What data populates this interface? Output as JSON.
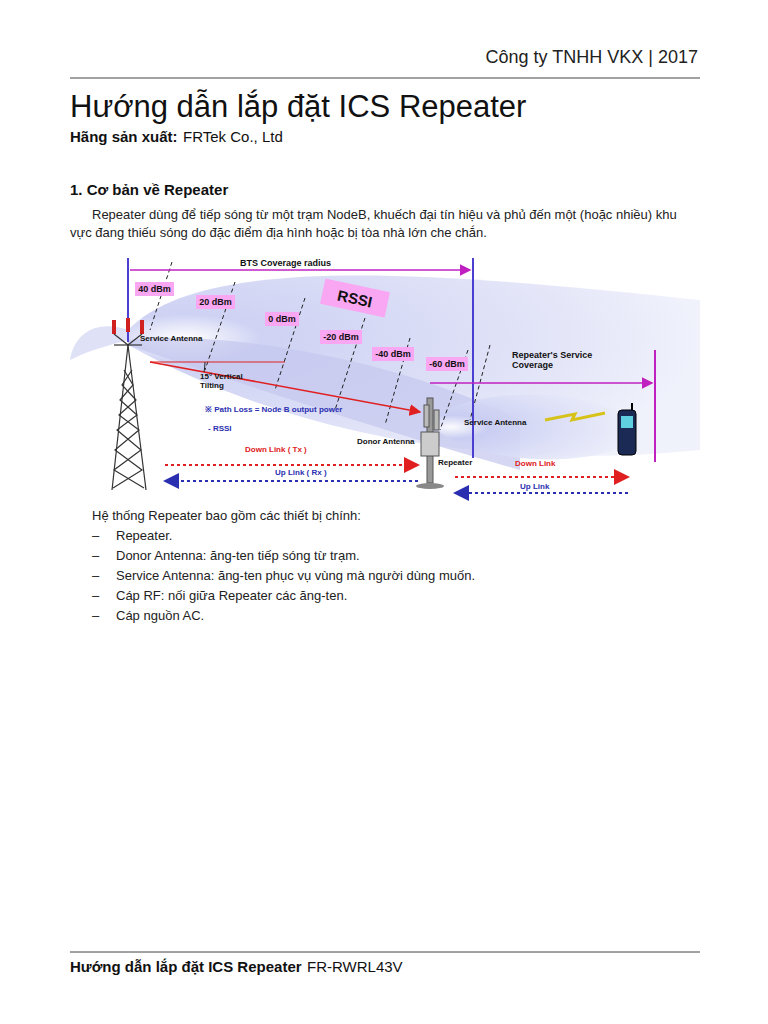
{
  "diagram": {
    "title": "Hướng dẫn lắp đặt ICS Repeater",
    "nodes": [
      {
        "text": [
          "40 dBm"
        ]
      },
      {
        "text": [
          "20 dBm"
        ]
      },
      {
        "text": [
          "0 dBm"
        ]
      },
      {
        "text": [
          "-20 dBm"
        ]
      },
      {
        "text": [
          "-40 dBm"
        ]
      },
      {
        "text": [
          "-60 dBm"
        ]
      },
      {
        "text": [
          "RSSI"
        ]
      }
    ],
    "labels": [
      "Công ty TNHH VKX | 2017",
      "Hãng sản xuất:",
      "FRTek Co., Ltd",
      "1. Cơ bản về Repeater",
      "Repeater dùng để tiếp sóng từ một trạm NodeB, khuếch đại tín hiệu và phủ đến một (hoặc nhiều) khu vực đang thiếu sóng do đặc điểm địa hình hoặc bị tòa nhà lớn che chắn.",
      "BTS Coverage radius",
      "Service Antenna",
      "15° Vertical Tilting",
      "※ Path Loss = Node B output power",
      "- RSSI",
      "Donor Antenna",
      "Repeater",
      "Service Antenna",
      "Repeater's Service Coverage",
      "Down Link ( Tx )",
      "Up Link ( Rx )",
      "Down Link",
      "Up Link",
      "Hệ thống Repeater bao gồm các thiết bị chính:",
      "–",
      "Repeater.",
      "–",
      "Donor Antenna: ăng-ten tiếp sóng từ trạm.",
      "–",
      "Service Antenna: ăng-ten phục vụ vùng mà người dùng muốn.",
      "–",
      "Cáp RF: nối giữa Repeater các ăng-ten.",
      "–",
      "Cáp nguồn AC.",
      "Hướng dẫn lắp đặt ICS Repeater",
      "FR-RWRL43V"
    ]
  }
}
